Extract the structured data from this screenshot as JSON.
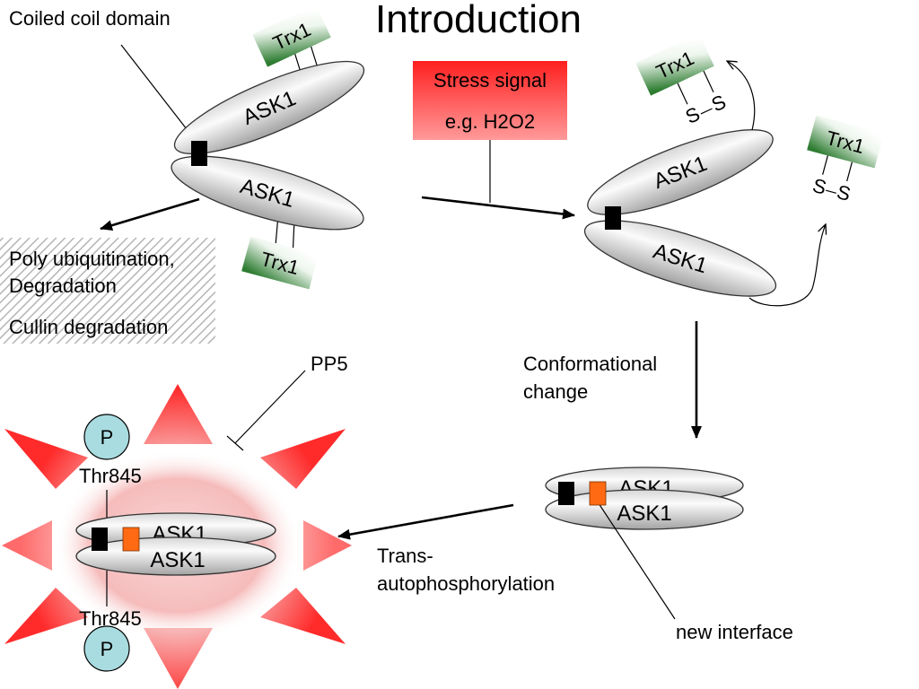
{
  "title": "Introduction",
  "inactive_complex": {
    "coiled_coil_label": "Coiled coil domain",
    "ask1_upper_label": "ASK1",
    "ask1_lower_label": "ASK1",
    "trx1_upper_label": "Trx1",
    "trx1_lower_label": "Trx1"
  },
  "degradation": {
    "lines": [
      "Poly ubiquitination,",
      "Degradation",
      "Cullin degradation"
    ]
  },
  "stress_signal": {
    "line1": "Stress signal",
    "line2": "e.g. H2O2"
  },
  "dissociated_complex": {
    "ask1_upper_label": "ASK1",
    "ask1_lower_label": "ASK1",
    "released_trx1": [
      {
        "label": "Trx1",
        "sulfur_left": "S",
        "sulfur_right": "S"
      },
      {
        "label": "Trx1",
        "sulfur_left": "S",
        "sulfur_right": "S"
      }
    ]
  },
  "conformational_change": [
    "Conformational",
    "change"
  ],
  "interface_complex": {
    "ask1_upper_label": "ASK1",
    "ask1_lower_label": "ASK1",
    "new_interface_label": "new interface"
  },
  "trans_autophosphorylation": [
    "Trans-",
    "autophosphorylation"
  ],
  "active_complex": {
    "ask1_upper_label": "ASK1",
    "ask1_lower_label": "ASK1",
    "phospho_sites": [
      {
        "residue": "Thr845",
        "phosphate": "P"
      },
      {
        "residue": "Thr845",
        "phosphate": "P"
      }
    ],
    "inhibitor_label": "PP5"
  },
  "colors": {
    "coiled_coil_marker": "#000000",
    "interface_marker": "#ff6a13",
    "phosphate_circle": "#a9dce0",
    "trx1_green": "#2e7d32",
    "stress_signal_top": "#ff1f1f",
    "stress_signal_bottom": "#ff9a9a",
    "activation_red": "#ff2b2b"
  }
}
